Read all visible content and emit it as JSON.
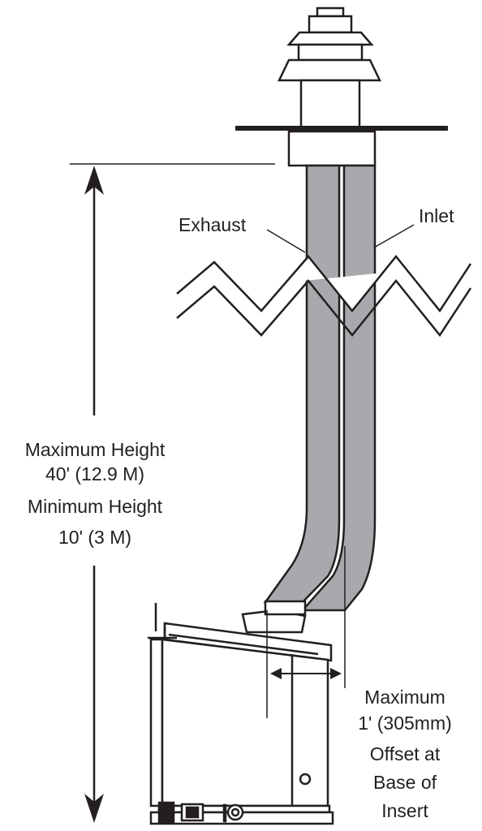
{
  "colors": {
    "line": "#231f20",
    "pipe_fill": "#a7a9ac",
    "background": "#ffffff"
  },
  "labels": {
    "exhaust": "Exhaust",
    "inlet": "Inlet",
    "height_lines": [
      "Maximum Height",
      "40' (12.9 M)",
      "Minimum Height",
      "10' (3 M)"
    ],
    "offset_lines": [
      "Maximum",
      "1' (305mm)",
      "Offset at",
      "Base of",
      "Insert"
    ]
  }
}
